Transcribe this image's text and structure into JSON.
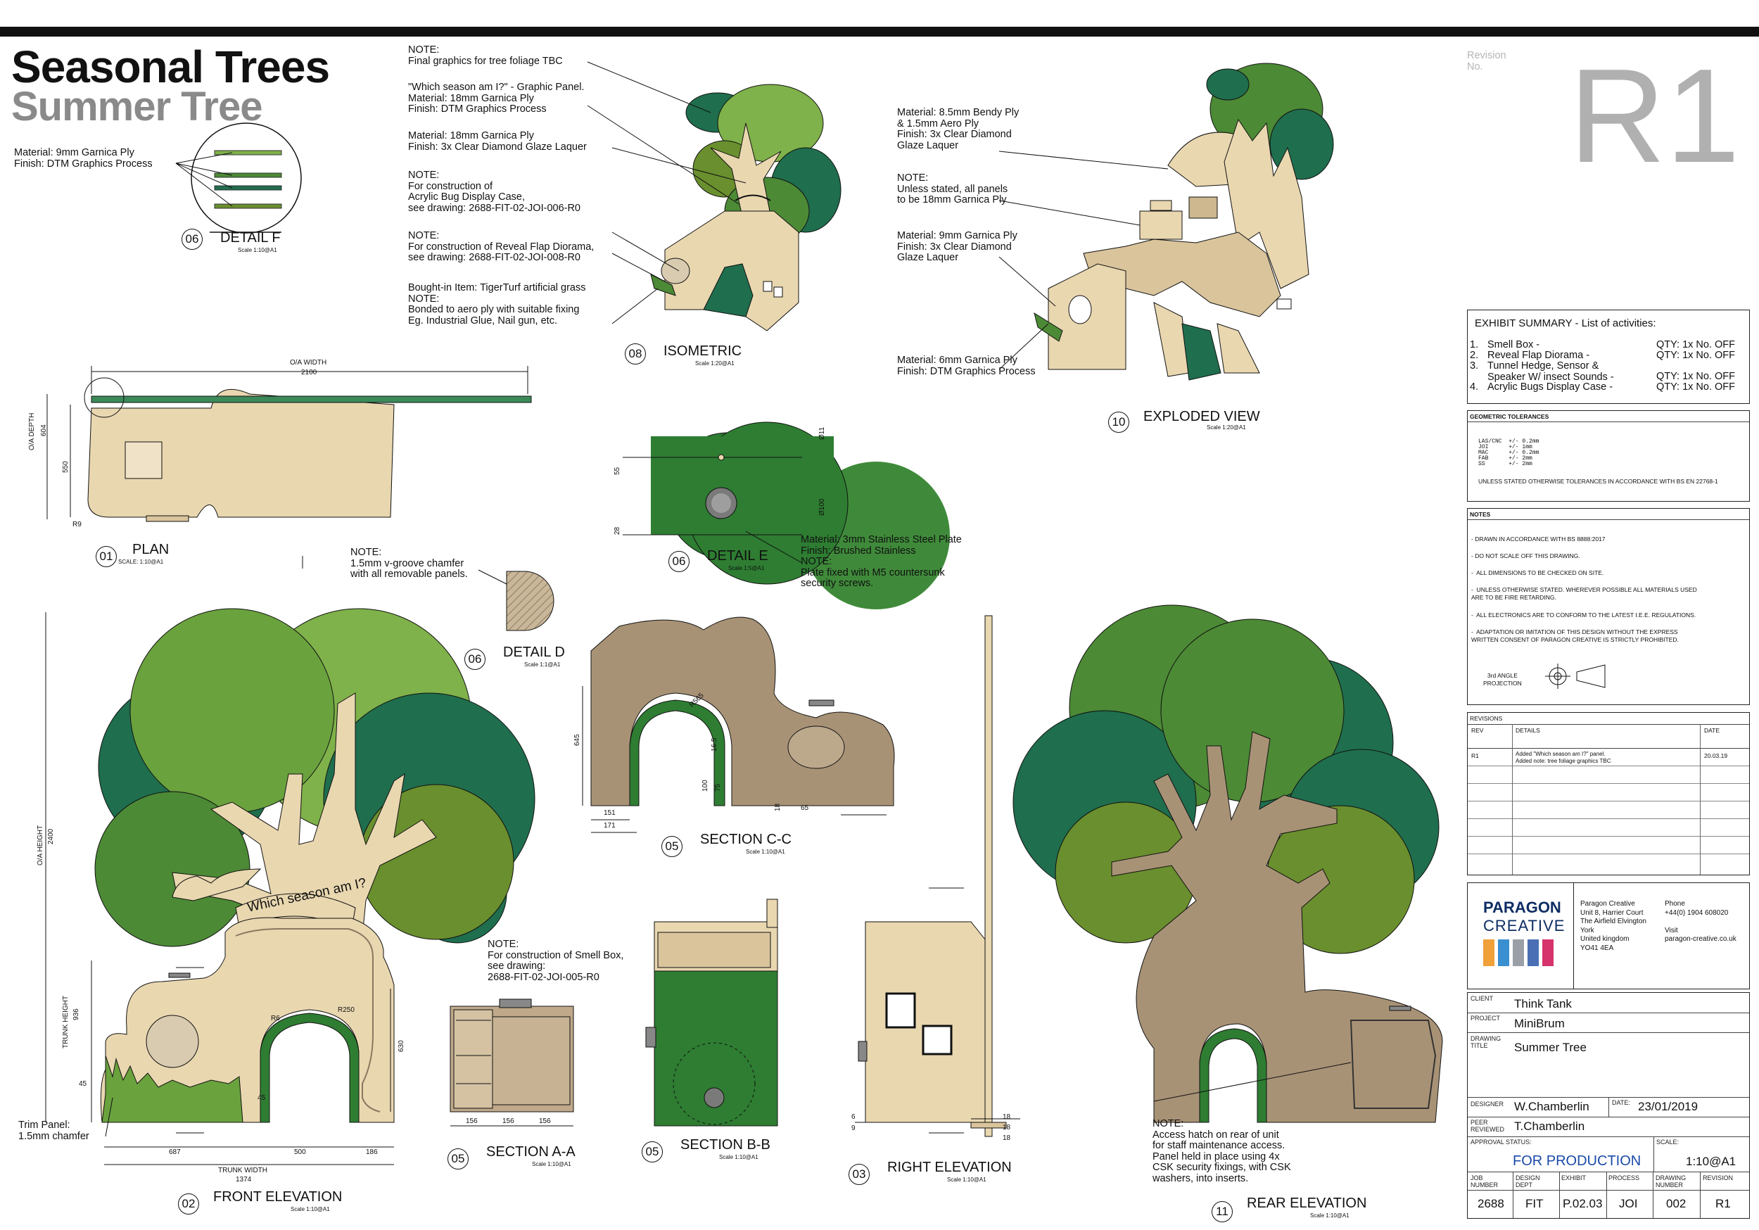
{
  "title": {
    "main": "Seasonal Trees",
    "sub": "Summer Tree"
  },
  "revision": {
    "label": "Revision\nNo.",
    "value": "R1"
  },
  "notes_iso": {
    "n1": "NOTE:\nFinal graphics for tree foliage TBC",
    "n2": "\"Which season am I?\" - Graphic Panel.\nMaterial: 18mm Garnica Ply\nFinish: DTM Graphics Process",
    "n3": "Material: 18mm Garnica Ply\nFinish: 3x Clear Diamond Glaze Laquer",
    "n4": "NOTE:\nFor construction of\nAcrylic Bug Display Case,\nsee drawing: 2688-FIT-02-JOI-006-R0",
    "n5": "NOTE:\nFor construction of Reveal Flap Diorama,\nsee drawing: 2688-FIT-02-JOI-008-R0",
    "n6": "Bought-in Item: TigerTurf artificial grass\nNOTE:\nBonded to aero ply with suitable fixing\nEg. Industrial Glue, Nail gun, etc."
  },
  "notes_exploded": {
    "n1": "Material: 8.5mm Bendy Ply\n& 1.5mm Aero Ply\nFinish: 3x Clear Diamond\nGlaze Laquer",
    "n2": "NOTE:\nUnless stated, all panels\nto be 18mm Garnica Ply",
    "n3": "Material: 9mm Garnica Ply\nFinish: 3x Clear Diamond\nGlaze Laquer",
    "n4": "Material: 6mm Garnica Ply\nFinish: DTM Graphics Process"
  },
  "detail_f_note": "Material: 9mm Garnica Ply\nFinish: DTM Graphics Process",
  "detail_e_note": "Material: 3mm Stainless Steel Plate\nFinish: Brushed Stainless\nNOTE:\nPlate fixed with M5 countersunk\nsecurity screws.",
  "detail_d_note": "NOTE:\n1.5mm v-groove chamfer\nwith all removable panels.",
  "smellbox_note": "NOTE:\nFor construction of Smell Box,\nsee drawing:\n2688-FIT-02-JOI-005-R0",
  "rear_note": "NOTE:\nAccess hatch on rear of unit\nfor staff maintenance access.\nPanel held in place using 4x\nCSK security fixings, with CSK\nwashers, into inserts.",
  "trim_note": "Trim Panel:\n1.5mm chamfer",
  "views": [
    {
      "num": "06",
      "label": "DETAIL F",
      "scale": "Scale 1:10@A1"
    },
    {
      "num": "08",
      "label": "ISOMETRIC",
      "scale": "Scale 1:20@A1"
    },
    {
      "num": "10",
      "label": "EXPLODED VIEW",
      "scale": "Scale 1:20@A1"
    },
    {
      "num": "01",
      "label": "PLAN",
      "scale": "SCALE: 1:10@A1"
    },
    {
      "num": "06",
      "label": "DETAIL E",
      "scale": "Scale 1:5@A1"
    },
    {
      "num": "06",
      "label": "DETAIL D",
      "scale": "Scale 1:1@A1"
    },
    {
      "num": "05",
      "label": "SECTION C-C",
      "scale": "Scale 1:10@A1"
    },
    {
      "num": "02",
      "label": "FRONT ELEVATION",
      "scale": "Scale 1:10@A1"
    },
    {
      "num": "05",
      "label": "SECTION A-A",
      "scale": "Scale 1:10@A1"
    },
    {
      "num": "05",
      "label": "SECTION B-B",
      "scale": "Scale 1:10@A1"
    },
    {
      "num": "03",
      "label": "RIGHT ELEVATION",
      "scale": "Scale 1:10@A1"
    },
    {
      "num": "11",
      "label": "REAR ELEVATION",
      "scale": "Scale 1:10@A1"
    }
  ],
  "dims": {
    "ow_label": "O/A WIDTH",
    "ow": "2100",
    "od_label": "O/A DEPTH",
    "od": "604",
    "d550": "550",
    "r9": "R9",
    "oh_label": "O/A HEIGHT",
    "oh": "2400",
    "th_label": "TRUNK HEIGHT",
    "th": "936",
    "tw_label": "TRUNK WIDTH",
    "tw": "1374",
    "d687": "687",
    "d500": "500",
    "d186": "186",
    "d630": "630",
    "d45a": "45",
    "d45b": "45",
    "r6": "R6",
    "r250": "R250",
    "e55": "55",
    "e28": "28",
    "e11": "Ø11",
    "e100": "Ø100",
    "c645": "645",
    "c151": "151",
    "c171": "171",
    "c100": "100",
    "c75": "75",
    "c165": "16.5",
    "c18": "18",
    "c65": "65",
    "cr": "R565",
    "a156a": "156",
    "a156b": "156",
    "a156c": "156",
    "re6": "6",
    "re9": "9",
    "re18a": "18",
    "re18b": "18",
    "re18c": "18"
  },
  "exhibit_summary": {
    "title": "EXHIBIT SUMMARY - List of activities:",
    "items": [
      {
        "num": "1.",
        "name": "Smell Box -",
        "qty": "QTY: 1x No. OFF"
      },
      {
        "num": "2.",
        "name": "Reveal Flap Diorama -",
        "qty": "QTY: 1x No. OFF"
      },
      {
        "num": "3.",
        "name": "Tunnel Hedge, Sensor &\nSpeaker W/ insect Sounds -",
        "qty": "QTY: 1x No. OFF"
      },
      {
        "num": "4.",
        "name": "Acrylic Bugs Display Case -",
        "qty": "QTY: 1x No. OFF"
      }
    ]
  },
  "tolerances": {
    "title": "GEOMETRIC TOLERANCES",
    "rows": "LAS/CNC  +/- 0.2mm\nJOI      +/- 1mm\nMAC      +/- 0.2mm\nFAB      +/- 2mm\nSS       +/- 2mm",
    "footer": "UNLESS STATED OTHERWISE TOLERANCES IN ACCORDANCE WITH BS EN 22768-1"
  },
  "notes_block": {
    "title": "NOTES",
    "items": [
      "- DRAWN IN ACCORDANCE WITH BS 8888:2017",
      "- DO NOT SCALE OFF THIS DRAWING.",
      "-  ALL DIMENSIONS TO BE CHECKED ON SITE.",
      "-  UNLESS OTHERWISE STATED. WHEREVER POSSIBLE ALL MATERIALS USED\nARE TO BE FIRE RETARDING.",
      "-  ALL ELECTRONICS ARE TO CONFORM TO THE LATEST I.E.E. REGULATIONS.",
      "-  ADAPTATION OR IMITATION OF THIS DESIGN WITHOUT THE EXPRESS\nWRITTEN CONSENT OF PARAGON CREATIVE IS STRICTLY PROHIBITED."
    ],
    "projection": "3rd ANGLE\nPROJECTION"
  },
  "revisions": {
    "title": "REVISIONS",
    "headers": [
      "REV",
      "DETAILS",
      "DATE"
    ],
    "rows": [
      {
        "rev": "R1",
        "details": "Added \"Which season am I?\" panel.\nAdded note: tree foliage graphics TBC",
        "date": "20.03.19"
      }
    ]
  },
  "company": {
    "logo_line1": "PARAGON",
    "logo_line2": "CREATIVE",
    "logo_colors": [
      "#f0a13a",
      "#3a8fd0",
      "#9aa0a6",
      "#4a6fb5",
      "#d6336c"
    ],
    "address": "Paragon Creative\nUnit 8, Harrier Court\nThe Airfield Elvington\nYork\nUnited kingdom\nYO41 4EA",
    "contact": "Phone\n+44(0) 1904 608020\n\nVisit\nparagon-creative.co.uk"
  },
  "titleblock": {
    "client_label": "CLIENT",
    "client": "Think Tank",
    "project_label": "PROJECT",
    "project": "MiniBrum",
    "drawing_label": "DRAWING\nTITLE",
    "drawing": "Summer Tree",
    "designer_label": "DESIGNER",
    "designer": "W.Chamberlin",
    "date_label": "DATE:",
    "date": "23/01/2019",
    "peer_label": "PEER\nREVIEWED",
    "peer": "T.Chamberlin",
    "approval_label": "APPROVAL STATUS:",
    "approval": "FOR PRODUCTION",
    "scale_label": "SCALE:",
    "scale": "1:10@A1",
    "footer_headers": [
      "JOB\nNUMBER",
      "DESIGN\nDEPT",
      "EXHIBIT",
      "PROCESS",
      "DRAWING\nNUMBER",
      "REVISION"
    ],
    "footer_values": [
      "2688",
      "FIT",
      "P.02.03",
      "JOI",
      "002",
      "R1"
    ]
  },
  "graphic_text": "Which season am I?",
  "colors": {
    "wood": "#e9d7b0",
    "wood_dark": "#a89276",
    "green_light": "#7fb24a",
    "green_mid": "#4c8a35",
    "green_dark": "#1f6e4e",
    "green_olive": "#6a8f2e"
  }
}
